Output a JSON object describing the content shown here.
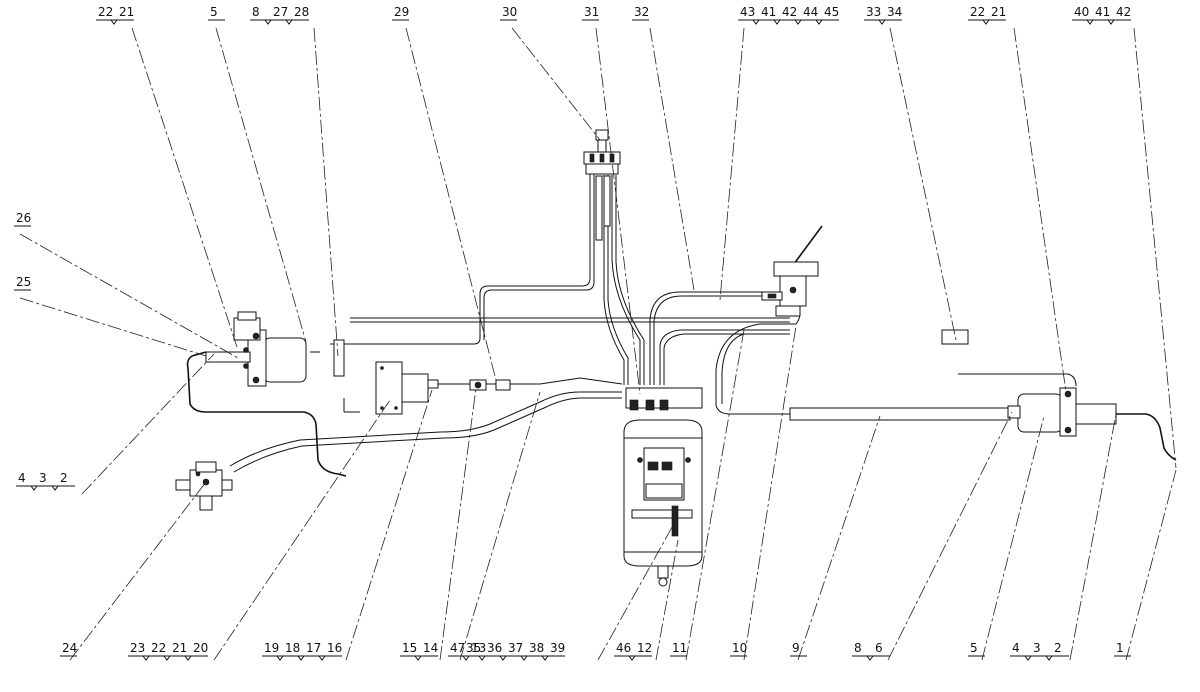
{
  "callouts": {
    "top": [
      {
        "id": "t1",
        "numbers": [
          "22",
          "21"
        ]
      },
      {
        "id": "t2",
        "numbers": [
          "5"
        ]
      },
      {
        "id": "t3",
        "numbers": [
          "8",
          "27",
          "28"
        ]
      },
      {
        "id": "t4",
        "numbers": [
          "29"
        ]
      },
      {
        "id": "t5",
        "numbers": [
          "30"
        ]
      },
      {
        "id": "t6",
        "numbers": [
          "31"
        ]
      },
      {
        "id": "t7",
        "numbers": [
          "32"
        ]
      },
      {
        "id": "t8",
        "numbers": [
          "43",
          "41",
          "42",
          "44",
          "45"
        ]
      },
      {
        "id": "t9",
        "numbers": [
          "33",
          "34"
        ]
      },
      {
        "id": "t10",
        "numbers": [
          "22",
          "21"
        ]
      },
      {
        "id": "t11",
        "numbers": [
          "40",
          "41",
          "42"
        ]
      }
    ],
    "left": [
      {
        "id": "l1",
        "numbers": [
          "26"
        ]
      },
      {
        "id": "l2",
        "numbers": [
          "25"
        ]
      },
      {
        "id": "l3",
        "numbers": [
          "4",
          "3",
          "2"
        ]
      }
    ],
    "bottom": [
      {
        "id": "b1",
        "numbers": [
          "24"
        ]
      },
      {
        "id": "b2",
        "numbers": [
          "23",
          "22",
          "21",
          "20"
        ]
      },
      {
        "id": "b3",
        "numbers": [
          "19",
          "18",
          "17",
          "16"
        ]
      },
      {
        "id": "b4",
        "numbers": [
          "15",
          "14"
        ]
      },
      {
        "id": "b5",
        "numbers": [
          "47",
          "13"
        ]
      },
      {
        "id": "b6",
        "numbers": [
          "35",
          "36",
          "37",
          "38",
          "39"
        ]
      },
      {
        "id": "b7",
        "numbers": [
          "46",
          "12"
        ]
      },
      {
        "id": "b8",
        "numbers": [
          "11"
        ]
      },
      {
        "id": "b9",
        "numbers": [
          "10"
        ]
      },
      {
        "id": "b10",
        "numbers": [
          "9"
        ]
      },
      {
        "id": "b11",
        "numbers": [
          "8",
          "6"
        ]
      },
      {
        "id": "b12",
        "numbers": [
          "5"
        ]
      },
      {
        "id": "b13",
        "numbers": [
          "4",
          "3",
          "2"
        ]
      },
      {
        "id": "b14",
        "numbers": [
          "1"
        ]
      }
    ]
  }
}
